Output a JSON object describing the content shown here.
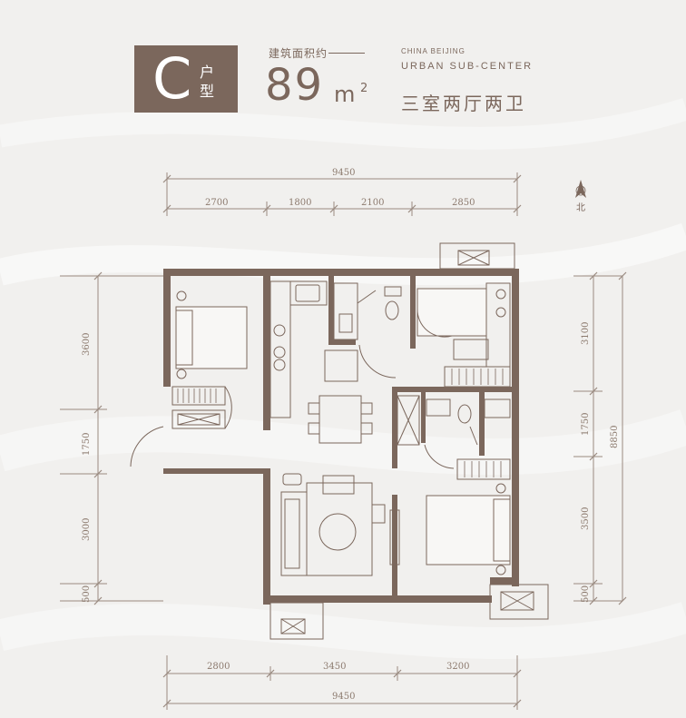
{
  "unit_type": {
    "letter": "C",
    "char1": "户",
    "char2": "型"
  },
  "area": {
    "label": "建筑面积约",
    "value": "89",
    "unit": "m",
    "sup": "2"
  },
  "tagline": {
    "city": "CHINA BEIJING",
    "center": "URBAN SUB-CENTER"
  },
  "layout_name": "三室两厅两卫",
  "north_label": "北",
  "dims": {
    "top_total": "9450",
    "top_1": "2700",
    "top_2": "1800",
    "top_3": "2100",
    "top_4": "2850",
    "left_1": "3600",
    "left_2": "1750",
    "left_3": "3000",
    "left_4": "500",
    "right_1": "3100",
    "right_2": "1750",
    "right_3": "3500",
    "right_4": "500",
    "right_total": "8850",
    "bottom_1": "2800",
    "bottom_2": "3450",
    "bottom_3": "3200",
    "bottom_total": "9450"
  },
  "colors": {
    "accent": "#7b675c",
    "background": "#f1f0ee"
  }
}
